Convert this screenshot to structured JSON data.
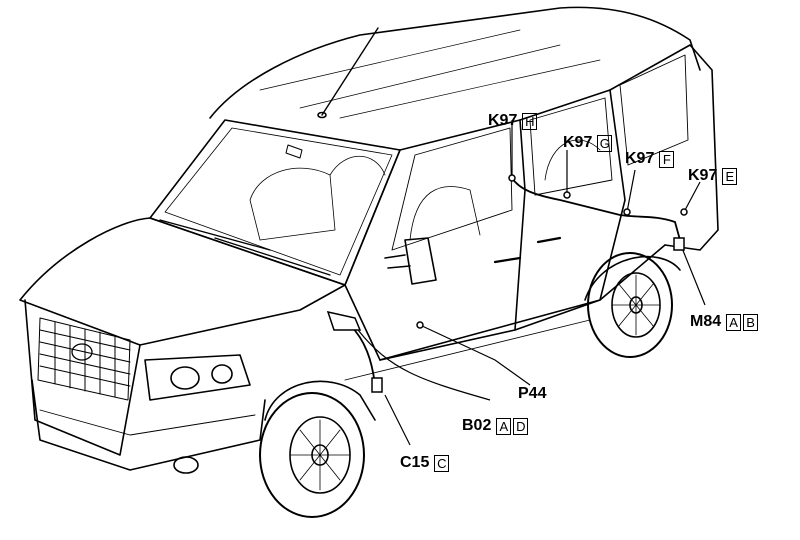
{
  "labels": [
    {
      "id": "k97-h",
      "code": "K97",
      "letters": [
        "H"
      ]
    },
    {
      "id": "k97-g",
      "code": "K97",
      "letters": [
        "G"
      ]
    },
    {
      "id": "k97-f",
      "code": "K97",
      "letters": [
        "F"
      ]
    },
    {
      "id": "k97-e",
      "code": "K97",
      "letters": [
        "E"
      ]
    },
    {
      "id": "m84",
      "code": "M84",
      "letters": [
        "A",
        "B"
      ]
    },
    {
      "id": "p44",
      "code": "P44",
      "letters": []
    },
    {
      "id": "b02",
      "code": "B02",
      "letters": [
        "A",
        "D"
      ]
    },
    {
      "id": "c15",
      "code": "C15",
      "letters": [
        "C"
      ]
    }
  ]
}
